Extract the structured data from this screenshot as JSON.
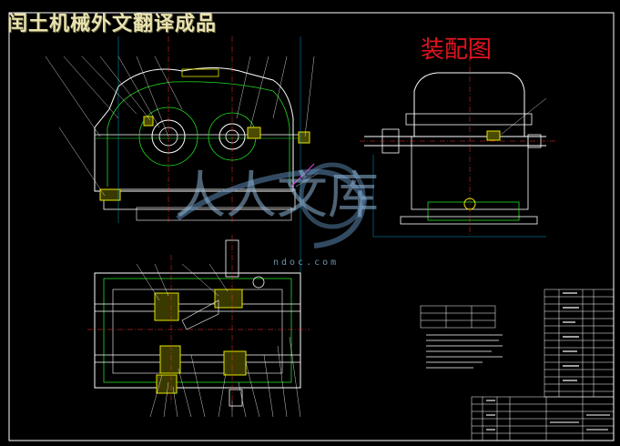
{
  "header": {
    "watermark_title": "闰土机械外文翻译成品",
    "assembly_title": "装配图"
  },
  "watermark": {
    "logo_text": "人人文库",
    "site_text": "ndoc.com"
  },
  "colors": {
    "background": "#000000",
    "frame": "#ffffff",
    "outline": "#ffffff",
    "centerline": "#ff3333",
    "hidden": "#00c8ff",
    "green": "#22dd22",
    "hatch": "#e6e600",
    "magenta": "#ff33ff",
    "title_red": "#e0141e"
  }
}
